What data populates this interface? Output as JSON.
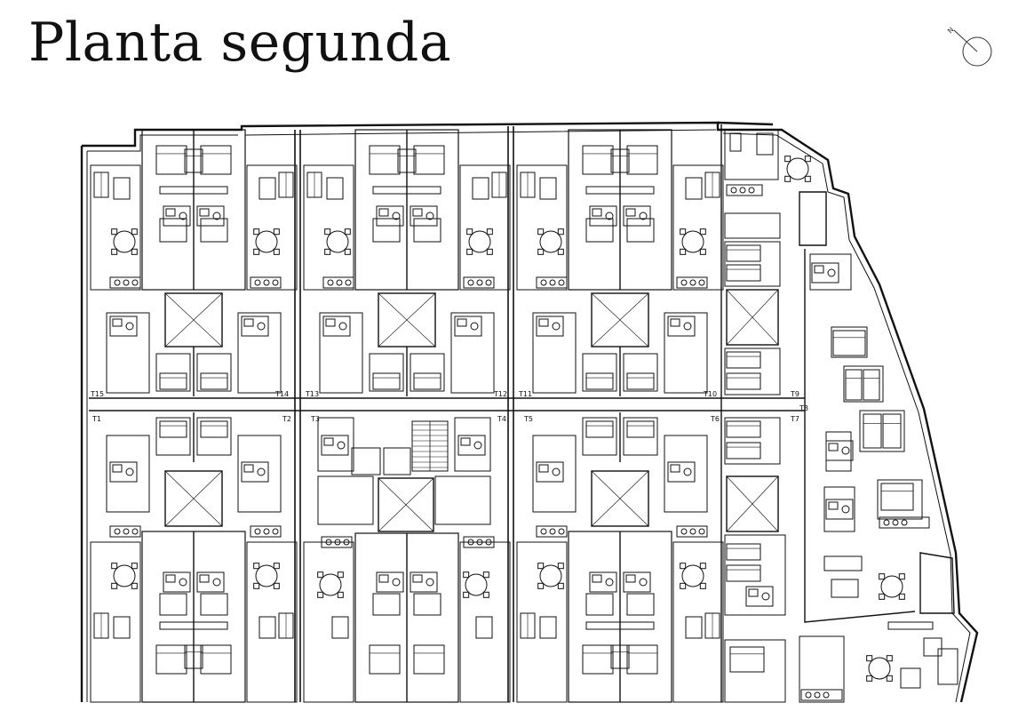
{
  "title": "Planta segunda",
  "compass": {
    "letter": "N"
  },
  "colors": {
    "ink": "#111111",
    "paper": "#ffffff",
    "grey": "#777777"
  },
  "stair_labels": [
    "T15",
    "T14",
    "T13",
    "T12",
    "T11",
    "T10",
    "T9",
    "T1",
    "T2",
    "T3",
    "T4",
    "T5",
    "T6",
    "T7",
    "T8"
  ]
}
